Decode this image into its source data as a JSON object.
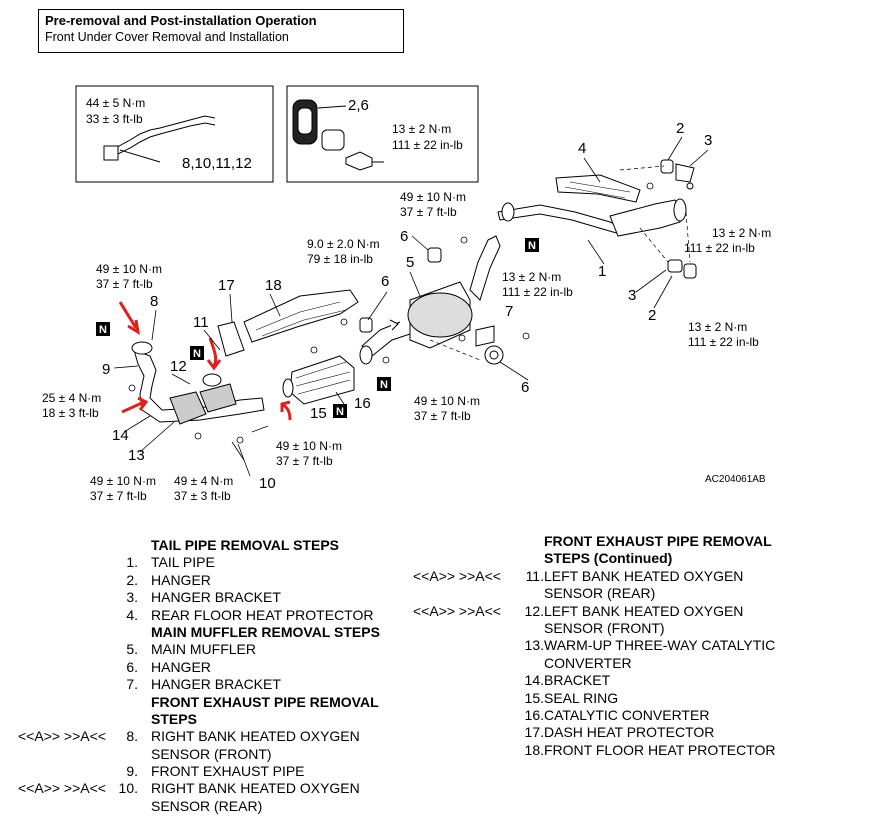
{
  "header": {
    "title": "Pre-removal and Post-installation Operation",
    "subtitle": "Front Under Cover Removal and Installation"
  },
  "inset_left": {
    "torque_nm": "44 ± 5 N·m",
    "torque_ftlb": "33 ± 3 ft-lb",
    "parts": "8,10,11,12"
  },
  "inset_right": {
    "parts": "2,6",
    "torque_nm": "13 ± 2 N·m",
    "torque_inlb": "111 ± 22 in-lb"
  },
  "diagram": {
    "callouts": [
      "1",
      "2",
      "3",
      "4",
      "5",
      "6",
      "7",
      "8",
      "9",
      "10",
      "11",
      "12",
      "13",
      "14",
      "15",
      "16",
      "17",
      "18",
      "2",
      "3",
      "6",
      "6"
    ],
    "torques": [
      {
        "nm": "49 ± 10 N·m",
        "imp": "37 ± 7 ft-lb"
      },
      {
        "nm": "9.0 ± 2.0 N·m",
        "imp": "79 ± 18 in-lb"
      },
      {
        "nm": "13 ± 2 N·m",
        "imp": "111 ± 22 in-lb"
      },
      {
        "nm": "13 ± 2 N·m",
        "imp": "111 ± 22 in-lb"
      },
      {
        "nm": "13 ± 2 N·m",
        "imp": "111 ± 22 in-lb"
      },
      {
        "nm": "49 ± 10 N·m",
        "imp": "37 ± 7 ft-lb"
      },
      {
        "nm": "49 ± 10 N·m",
        "imp": "37 ± 7 ft-lb"
      },
      {
        "nm": "25 ± 4 N·m",
        "imp": "18 ± 3 ft-lb"
      },
      {
        "nm": "49 ± 10 N·m",
        "imp": "37 ± 7 ft-lb"
      },
      {
        "nm": "49 ± 10 N·m",
        "imp": "37 ± 7 ft-lb"
      },
      {
        "nm": "49 ± 4 N·m",
        "imp": "37 ± 3 ft-lb"
      }
    ],
    "badge": "N",
    "figure_code": "AC204061AB",
    "arrow_color": "#e0201b"
  },
  "steps_left": [
    {
      "ref": "",
      "num": "",
      "text": "TAIL PIPE REMOVAL STEPS",
      "heading": true
    },
    {
      "ref": "",
      "num": "1.",
      "text": "TAIL PIPE"
    },
    {
      "ref": "",
      "num": "2.",
      "text": "HANGER"
    },
    {
      "ref": "",
      "num": "3.",
      "text": "HANGER BRACKET"
    },
    {
      "ref": "",
      "num": "4.",
      "text": "REAR FLOOR HEAT PROTECTOR"
    },
    {
      "ref": "",
      "num": "",
      "text": "MAIN MUFFLER REMOVAL STEPS",
      "heading": true
    },
    {
      "ref": "",
      "num": "5.",
      "text": "MAIN MUFFLER"
    },
    {
      "ref": "",
      "num": "6.",
      "text": "HANGER"
    },
    {
      "ref": "",
      "num": "7.",
      "text": "HANGER BRACKET"
    },
    {
      "ref": "",
      "num": "",
      "text": "FRONT EXHAUST PIPE REMOVAL",
      "heading": true
    },
    {
      "ref": "",
      "num": "",
      "text": "STEPS",
      "heading": true
    },
    {
      "ref": "<<A>>    >>A<<",
      "num": "8.",
      "text": "RIGHT BANK HEATED OXYGEN"
    },
    {
      "ref": "",
      "num": "",
      "text": "SENSOR (FRONT)"
    },
    {
      "ref": "",
      "num": "9.",
      "text": "FRONT EXHAUST PIPE"
    },
    {
      "ref": "<<A>>    >>A<<",
      "num": "10.",
      "text": "RIGHT BANK HEATED OXYGEN"
    },
    {
      "ref": "",
      "num": "",
      "text": "SENSOR (REAR)"
    }
  ],
  "steps_right": [
    {
      "ref": "",
      "num": "",
      "text": "FRONT EXHAUST PIPE REMOVAL",
      "heading": true
    },
    {
      "ref": "",
      "num": "",
      "text": "STEPS (Continued)",
      "heading": true
    },
    {
      "ref": "<<A>>    >>A<<",
      "num": "11.",
      "text": "LEFT BANK HEATED OXYGEN"
    },
    {
      "ref": "",
      "num": "",
      "text": "SENSOR (REAR)"
    },
    {
      "ref": "<<A>>    >>A<<",
      "num": "12.",
      "text": "LEFT BANK HEATED OXYGEN"
    },
    {
      "ref": "",
      "num": "",
      "text": "SENSOR (FRONT)"
    },
    {
      "ref": "",
      "num": "13.",
      "text": "WARM-UP THREE-WAY CATALYTIC"
    },
    {
      "ref": "",
      "num": "",
      "text": "CONVERTER"
    },
    {
      "ref": "",
      "num": "14.",
      "text": "BRACKET"
    },
    {
      "ref": "",
      "num": "15.",
      "text": "SEAL RING"
    },
    {
      "ref": "",
      "num": "16.",
      "text": "CATALYTIC CONVERTER"
    },
    {
      "ref": "",
      "num": "17.",
      "text": "DASH HEAT PROTECTOR"
    },
    {
      "ref": "",
      "num": "18.",
      "text": "FRONT FLOOR HEAT PROTECTOR"
    }
  ]
}
